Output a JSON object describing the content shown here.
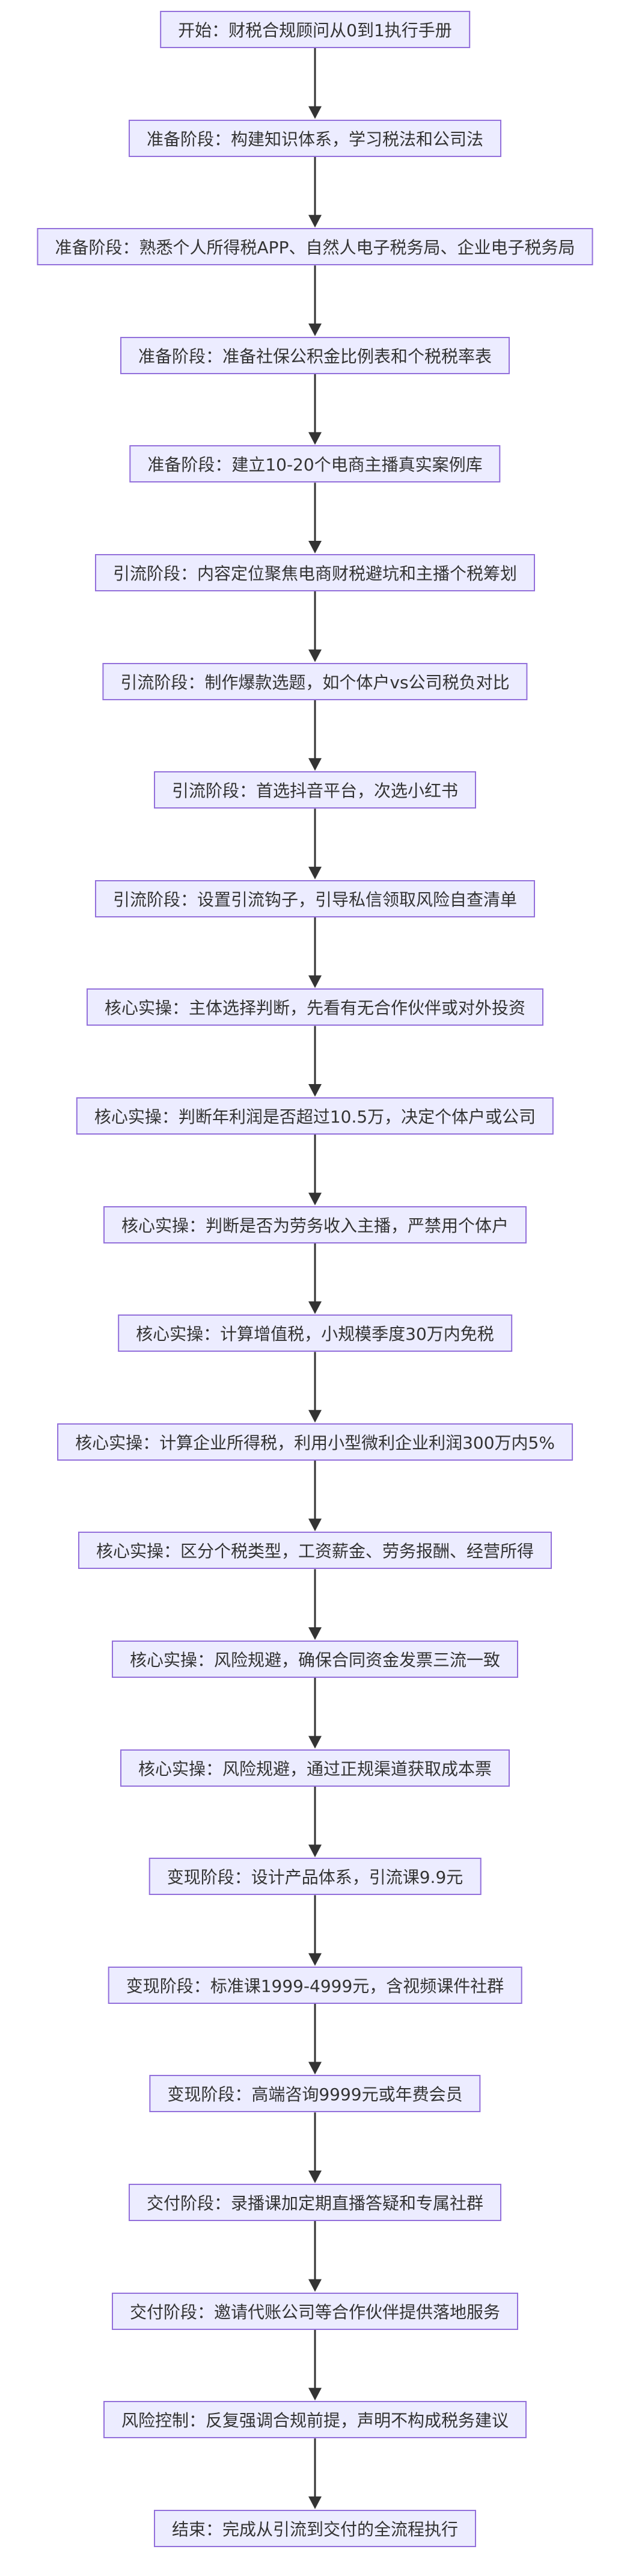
{
  "flowchart": {
    "nodes": [
      {
        "id": "n1",
        "label": "开始：财税合规顾问从0到1执行手册"
      },
      {
        "id": "n2",
        "label": "准备阶段：构建知识体系，学习税法和公司法"
      },
      {
        "id": "n3",
        "label": "准备阶段：熟悉个人所得税APP、自然人电子税务局、企业电子税务局"
      },
      {
        "id": "n4",
        "label": "准备阶段：准备社保公积金比例表和个税税率表"
      },
      {
        "id": "n5",
        "label": "准备阶段：建立10-20个电商主播真实案例库"
      },
      {
        "id": "n6",
        "label": "引流阶段：内容定位聚焦电商财税避坑和主播个税筹划"
      },
      {
        "id": "n7",
        "label": "引流阶段：制作爆款选题，如个体户vs公司税负对比"
      },
      {
        "id": "n8",
        "label": "引流阶段：首选抖音平台，次选小红书"
      },
      {
        "id": "n9",
        "label": "引流阶段：设置引流钩子，引导私信领取风险自查清单"
      },
      {
        "id": "n10",
        "label": "核心实操：主体选择判断，先看有无合作伙伴或对外投资"
      },
      {
        "id": "n11",
        "label": "核心实操：判断年利润是否超过10.5万，决定个体户或公司"
      },
      {
        "id": "n12",
        "label": "核心实操：判断是否为劳务收入主播，严禁用个体户"
      },
      {
        "id": "n13",
        "label": "核心实操：计算增值税，小规模季度30万内免税"
      },
      {
        "id": "n14",
        "label": "核心实操：计算企业所得税，利用小型微利企业利润300万内5%"
      },
      {
        "id": "n15",
        "label": "核心实操：区分个税类型，工资薪金、劳务报酬、经营所得"
      },
      {
        "id": "n16",
        "label": "核心实操：风险规避，确保合同资金发票三流一致"
      },
      {
        "id": "n17",
        "label": "核心实操：风险规避，通过正规渠道获取成本票"
      },
      {
        "id": "n18",
        "label": "变现阶段：设计产品体系，引流课9.9元"
      },
      {
        "id": "n19",
        "label": "变现阶段：标准课1999-4999元，含视频课件社群"
      },
      {
        "id": "n20",
        "label": "变现阶段：高端咨询9999元或年费会员"
      },
      {
        "id": "n21",
        "label": "交付阶段：录播课加定期直播答疑和专属社群"
      },
      {
        "id": "n22",
        "label": "交付阶段：邀请代账公司等合作伙伴提供落地服务"
      },
      {
        "id": "n23",
        "label": "风险控制：反复强调合规前提，声明不构成税务建议"
      },
      {
        "id": "n24",
        "label": "结束：完成从引流到交付的全流程执行"
      }
    ],
    "colors": {
      "node_fill": "#ececff",
      "node_border": "#9370db",
      "text": "#333333",
      "edge": "#333333"
    }
  }
}
